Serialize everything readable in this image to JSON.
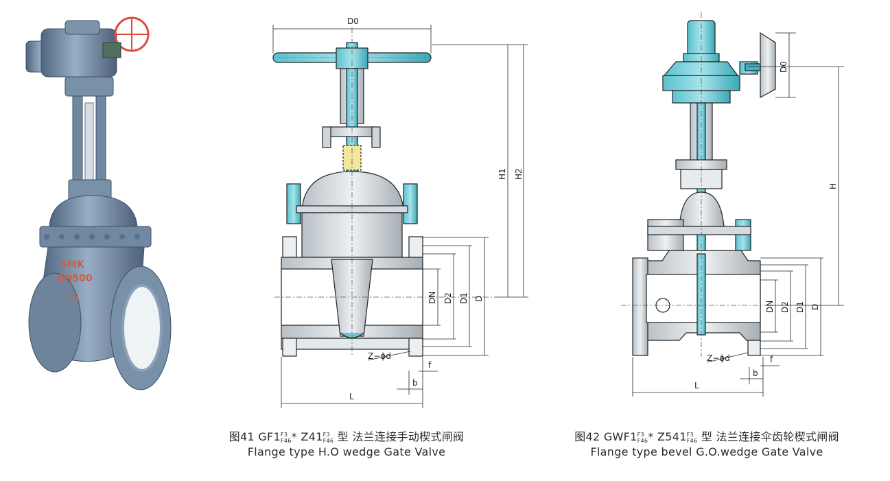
{
  "captions": {
    "fig41": {
      "cn_prefix": "图41  GF1",
      "cn_mid": "Z41",
      "cn_suffix": "型 法兰连接手动楔式闸阀",
      "en": "Flange type H.O wedge Gate Valve"
    },
    "fig42": {
      "cn_prefix": "图42  GWF1",
      "cn_mid": "Z541",
      "cn_suffix": "型 法兰连接伞齿轮楔式闸阀",
      "en": "Flange type bevel G.O.wedge Gate Valve"
    },
    "sub_top": "F",
    "sub_top_idx": "3",
    "sub_bot": "F",
    "sub_bot_idx": "46",
    "star": "*"
  },
  "photo": {
    "brand": "SMK",
    "size": "DN500",
    "pressure": "16"
  },
  "dimensions": {
    "D0": "D0",
    "H1": "H1",
    "H2": "H2",
    "H": "H",
    "DN": "DN",
    "D2": "D2",
    "D1": "D1",
    "D": "D",
    "L": "L",
    "b": "b",
    "f": "f",
    "zphi": "Z−ϕd"
  },
  "colors": {
    "body": "#8aa0b8",
    "body_dark": "#5d7590",
    "stem": "#6fc3d3",
    "gear": "#3fb6c4",
    "outline": "#222222",
    "liner": "#eef3f6",
    "handwheel": "#e04a3a"
  }
}
